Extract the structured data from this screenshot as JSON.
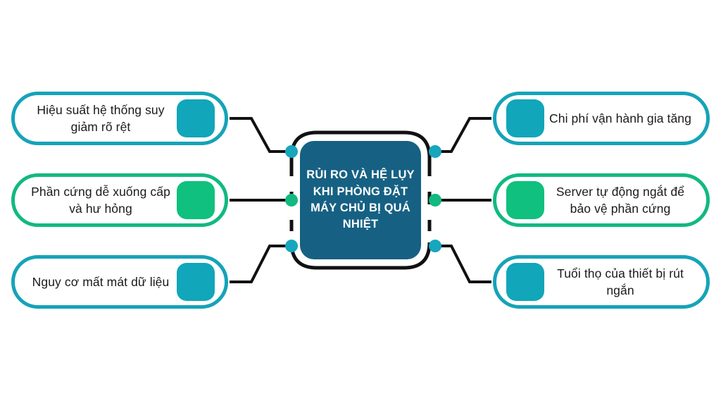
{
  "diagram": {
    "type": "mind-map",
    "title": "RỦI RO VÀ HỆ LỤY KHI PHÒNG ĐẶT MÁY CHỦ BỊ QUÁ NHIỆT",
    "colors": {
      "center_fill": "#166183",
      "teal": "#15a3b8",
      "teal_icon": "#11a6ba",
      "green": "#11b981",
      "green_icon": "#10c07e",
      "connector": "#111111",
      "background": "#ffffff",
      "title_text": "#ffffff",
      "card_text": "#1a1a1a"
    },
    "center": {
      "label": "RỦI RO VÀ HỆ LỤY KHI PHÒNG ĐẶT MÁY CHỦ BỊ QUÁ NHIỆT"
    },
    "left_branches": [
      {
        "label": "Hiệu suất hệ thống suy giảm rõ rệt",
        "color": "teal",
        "icon": "rounded-square-icon",
        "dot_color": "#16a6bd"
      },
      {
        "label": "Phần cứng dễ xuống cấp và hư hỏng",
        "color": "green",
        "icon": "rounded-square-icon",
        "dot_color": "#12b981"
      },
      {
        "label": "Nguy cơ mất mát dữ liệu",
        "color": "teal",
        "icon": "rounded-square-icon",
        "dot_color": "#16a6bd"
      }
    ],
    "right_branches": [
      {
        "label": "Chi phí vận hành gia tăng",
        "color": "teal",
        "icon": "rounded-square-icon",
        "dot_color": "#16a6bd"
      },
      {
        "label": "Server tự động ngắt để bảo vệ phần cứng",
        "color": "green",
        "icon": "rounded-square-icon",
        "dot_color": "#12b981"
      },
      {
        "label": "Tuổi thọ của thiết bị rút ngắn",
        "color": "teal",
        "icon": "rounded-square-icon",
        "dot_color": "#16a6bd"
      }
    ]
  }
}
